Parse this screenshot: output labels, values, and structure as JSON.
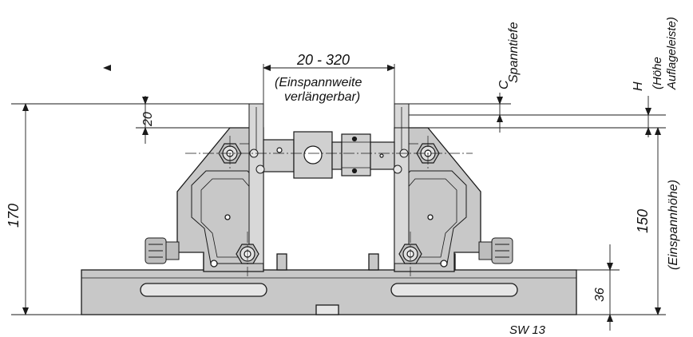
{
  "dimensions": {
    "span_range": "20 - 320",
    "span_note": [
      "(Einspannweite",
      "verlängerbar)"
    ],
    "jaw_height": "20",
    "overall_height": "170",
    "clamp_height": "150",
    "clamp_height_note": "(Einspannhöhe)",
    "base_height": "36",
    "letter_c": "C",
    "clamp_depth_note": "Spanntiefe",
    "letter_h": "H",
    "support_height_note": [
      "(Höhe",
      "Auflageleiste)"
    ],
    "wrench_size": "SW 13"
  },
  "colors": {
    "body": "#c8c8c8",
    "line": "#1a1a1a",
    "background": "#ffffff"
  }
}
